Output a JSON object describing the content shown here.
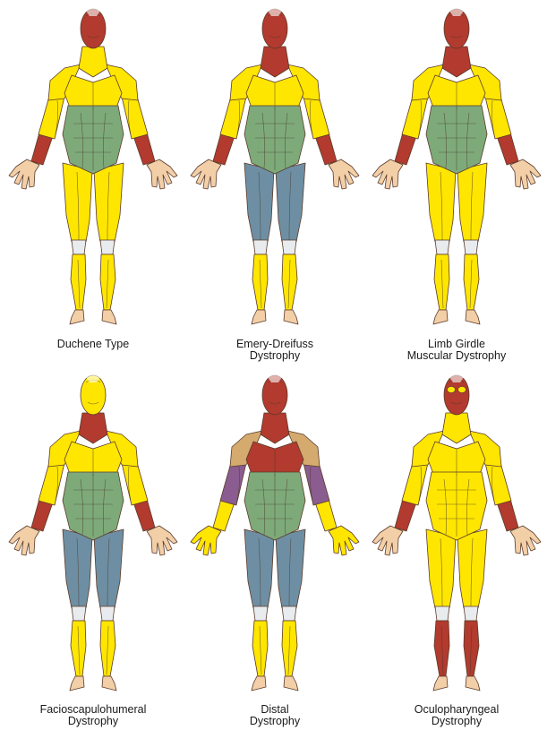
{
  "colors": {
    "affected": "#ffe600",
    "skin": "#f3cfa8",
    "muscle": "#b23a2e",
    "torso_green": "#7eaa7a",
    "leg_blue": "#6e8fa3",
    "tendon": "#e9ecef",
    "distal_shoulder": "#d4aa6e",
    "distal_upperarm": "#8a5c8f"
  },
  "panels": [
    {
      "caption": [
        "Duchene Type"
      ],
      "regions": {
        "face": "muscle",
        "neck": "affected",
        "shoulders": "affected",
        "chest": "affected",
        "abdomen": "torso_green",
        "upperArms": "affected",
        "forearms": "muscle",
        "hands": "skin",
        "thighs": "affected",
        "calves": "affected"
      }
    },
    {
      "caption": [
        "Emery-Dreifuss",
        "Dystrophy"
      ],
      "regions": {
        "face": "muscle",
        "neck": "muscle",
        "shoulders": "affected",
        "chest": "affected",
        "abdomen": "torso_green",
        "upperArms": "affected",
        "forearms": "muscle",
        "hands": "skin",
        "thighs": "leg_blue",
        "calves": "affected"
      }
    },
    {
      "caption": [
        "Limb Girdle",
        "Muscular Dystrophy"
      ],
      "regions": {
        "face": "muscle",
        "neck": "muscle",
        "shoulders": "affected",
        "chest": "affected",
        "abdomen": "torso_green",
        "upperArms": "affected",
        "forearms": "muscle",
        "hands": "skin",
        "thighs": "affected",
        "calves": "affected"
      }
    },
    {
      "caption": [
        "Facioscapulohumeral",
        "Dystrophy"
      ],
      "regions": {
        "face": "affected",
        "neck": "muscle",
        "shoulders": "affected",
        "chest": "affected",
        "abdomen": "torso_green",
        "upperArms": "affected",
        "forearms": "muscle",
        "hands": "skin",
        "thighs": "leg_blue",
        "calves": "affected"
      }
    },
    {
      "caption": [
        "Distal",
        "Dystrophy"
      ],
      "regions": {
        "face": "muscle",
        "neck": "muscle",
        "shoulders": "distal_shoulder",
        "chest": "muscle",
        "abdomen": "torso_green",
        "upperArms": "distal_upperarm",
        "forearms": "affected",
        "hands": "affected",
        "thighs": "leg_blue",
        "calves": "affected"
      }
    },
    {
      "caption": [
        "Oculopharyngeal",
        "Dystrophy"
      ],
      "regions": {
        "face": "muscle",
        "eyes": "affected",
        "neck": "affected",
        "shoulders": "affected",
        "chest": "affected",
        "abdomen": "affected",
        "upperArms": "affected",
        "forearms": "muscle",
        "hands": "skin",
        "thighs": "affected",
        "calves": "muscle"
      }
    }
  ]
}
